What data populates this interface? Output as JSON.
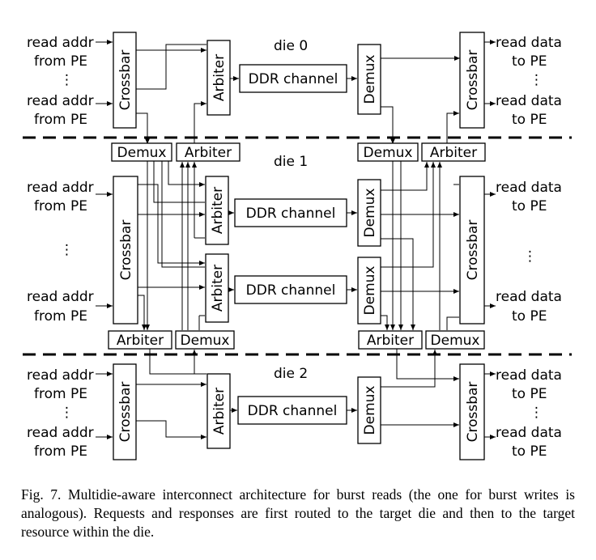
{
  "labels": {
    "die0": "die 0",
    "die1": "die 1",
    "die2": "die 2",
    "read_addr": "read addr",
    "from_pe": "from PE",
    "read_data": "read data",
    "to_pe": "to PE",
    "ellipsis": "⋮",
    "crossbar": "Crossbar",
    "arbiter": "Arbiter",
    "demux": "Demux",
    "ddr_channel": "DDR channel"
  },
  "caption": "Fig. 7.  Multidie-aware interconnect architecture for burst reads (the one for burst writes is analogous). Requests and responses are first routed to the target die and then to the target resource within the die."
}
